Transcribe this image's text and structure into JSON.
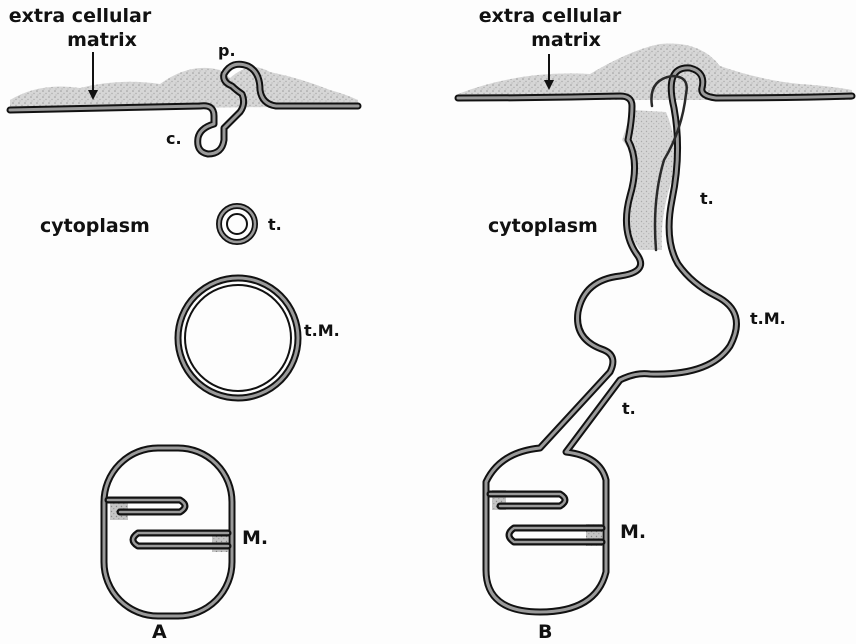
{
  "panel_a": {
    "ecm_label_line1": "extra cellular",
    "ecm_label_line2": "matrix",
    "cytoplasm_label": "cytoplasm",
    "p_label": "p.",
    "c_label": "c.",
    "t_label": "t.",
    "tm_label": "t.M.",
    "m_label": "M.",
    "panel_label": "A"
  },
  "panel_b": {
    "ecm_label_line1": "extra cellular",
    "ecm_label_line2": "matrix",
    "cytoplasm_label": "cytoplasm",
    "t_upper_label": "t.",
    "tm_label": "t.M.",
    "t_lower_label": "t.",
    "m_label": "M.",
    "panel_label": "B"
  },
  "colors": {
    "membrane": "#111111",
    "matrix_stipple": "#bdbdbd",
    "background": "#fdfdfd"
  }
}
